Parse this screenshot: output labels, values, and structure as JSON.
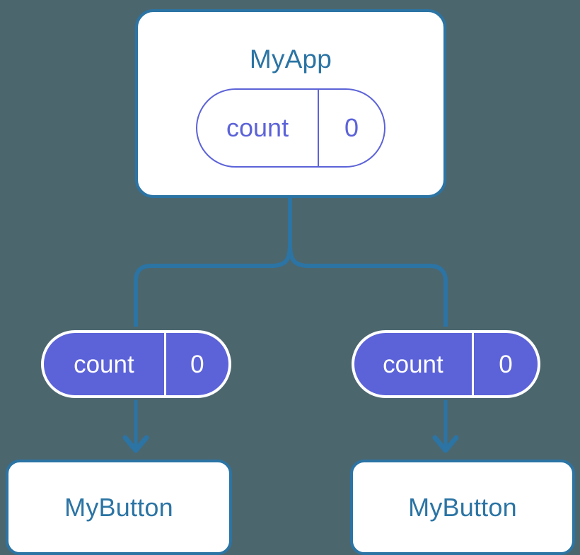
{
  "diagram": {
    "type": "component-state-tree",
    "background_color": "#4c666e",
    "edge_color": "#2b74a4",
    "component_border_color": "#2b74a4",
    "component_text_color": "#2b74a4",
    "state_accent_color": "#5c63d8",
    "state_text_color_filled": "#ffffff"
  },
  "root": {
    "title": "MyApp",
    "state": {
      "key": "count",
      "value": "0"
    }
  },
  "children": [
    {
      "title": "MyButton",
      "state": {
        "key": "count",
        "value": "0"
      }
    },
    {
      "title": "MyButton",
      "state": {
        "key": "count",
        "value": "0"
      }
    }
  ],
  "edges": {
    "fork_label": "",
    "arrow_label": ""
  }
}
